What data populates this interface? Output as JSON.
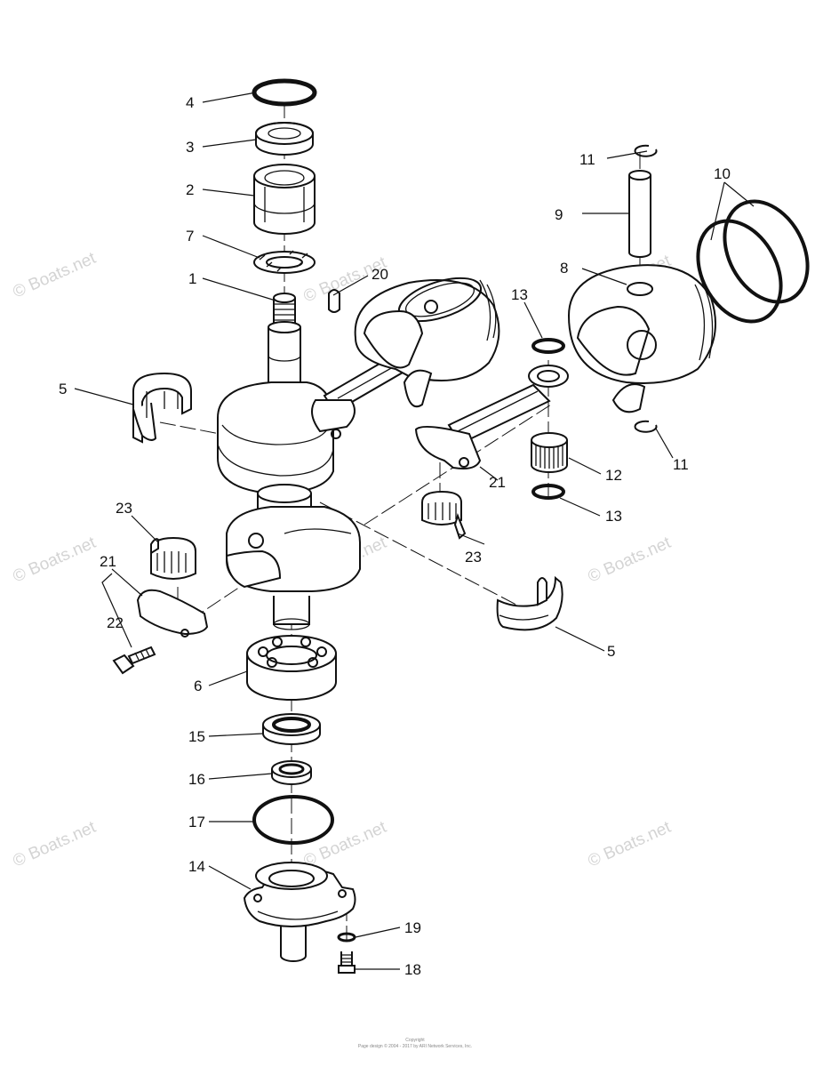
{
  "diagram": {
    "watermark_text": "© Boats.net",
    "callouts": [
      "1",
      "2",
      "3",
      "4",
      "5",
      "5",
      "6",
      "7",
      "8",
      "9",
      "10",
      "11",
      "11",
      "12",
      "13",
      "13",
      "14",
      "15",
      "16",
      "17",
      "18",
      "19",
      "20",
      "21",
      "21",
      "22",
      "23",
      "23"
    ],
    "footer": [
      "Copyright",
      "Page design © 2004 - 2017 by ARI Network Services, Inc."
    ]
  }
}
